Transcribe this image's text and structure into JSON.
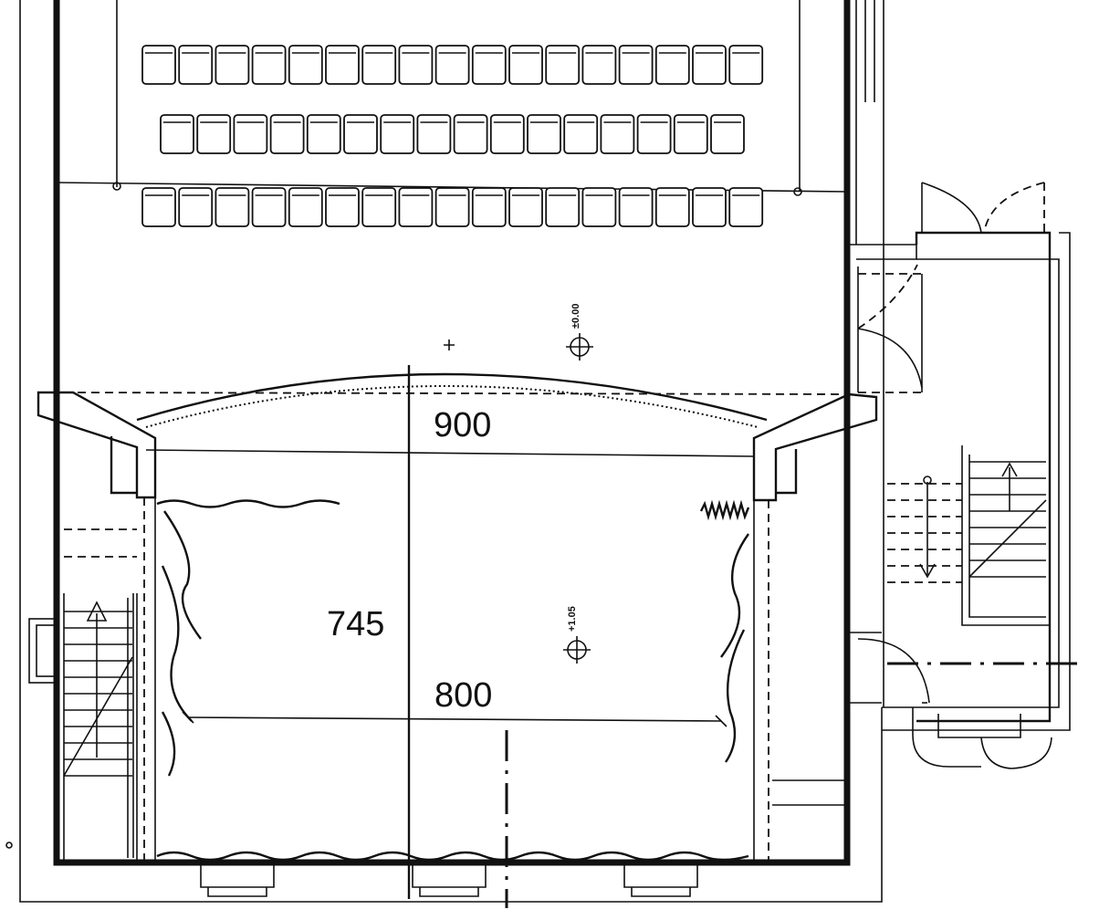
{
  "dimensions": {
    "width_top": "900",
    "depth": "745",
    "width_bottom": "800"
  },
  "levels": {
    "auditorium": "±0.00",
    "stage": "+1.05"
  },
  "seating": {
    "row1_seats": 17,
    "row2_seats": 16,
    "row3_seats": 17
  },
  "colors": {
    "line": "#111111",
    "background": "#ffffff"
  }
}
